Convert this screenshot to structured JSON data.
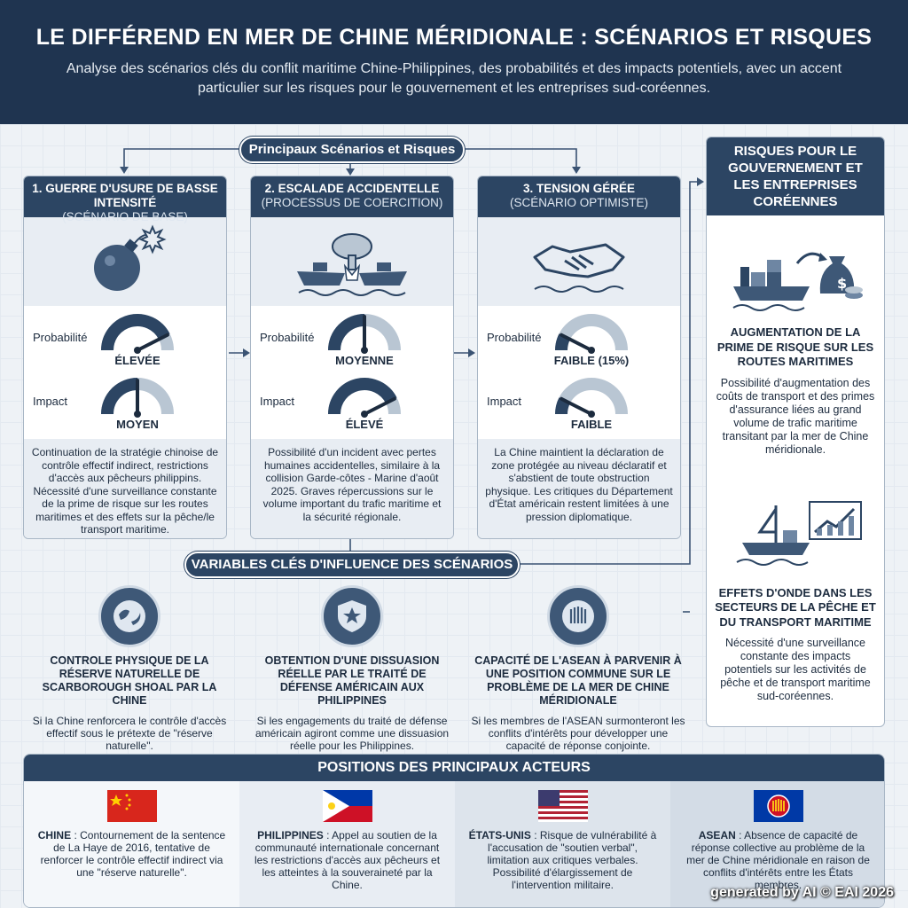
{
  "header": {
    "title": "LE DIFFÉREND EN MER DE CHINE MÉRIDIONALE : SCÉNARIOS ET RISQUES",
    "subtitle": "Analyse des scénarios clés du conflit maritime Chine-Philippines, des probabilités et des impacts potentiels, avec un accent particulier sur les risques pour le gouvernement et les entreprises sud-coréennes."
  },
  "scenarios_label": "Principaux Scénarios et Risques",
  "gauge_labels": {
    "probability": "Probabilité",
    "impact": "Impact"
  },
  "scenarios": [
    {
      "title": "1. GUERRE D'USURE DE BASSE INTENSITÉ",
      "subtitle": "(SCÉNARIO DE BASE)",
      "icon": "bomb-icon",
      "probability": "ÉLEVÉE",
      "probability_level": 0.85,
      "impact": "MOYEN",
      "impact_level": 0.5,
      "description": "Continuation de la stratégie chinoise de contrôle effectif indirect, restrictions d'accès aux pêcheurs philippins. Nécessité d'une surveillance constante de la prime de risque sur les routes maritimes et des effets sur la pêche/le transport maritime."
    },
    {
      "title": "2. ESCALADE ACCIDENTELLE",
      "subtitle": "(PROCESSUS DE COERCITION)",
      "icon": "ship-collision-icon",
      "probability": "MOYENNE",
      "probability_level": 0.5,
      "impact": "ÉLEVÉ",
      "impact_level": 0.85,
      "description": "Possibilité d'un incident avec pertes humaines accidentelles, similaire à la collision Garde-côtes - Marine d'août 2025. Graves répercussions sur le volume important du trafic maritime et la sécurité régionale."
    },
    {
      "title": "3. TENSION GÉRÉE",
      "subtitle": "(SCÉNARIO OPTIMISTE)",
      "icon": "handshake-icon",
      "probability": "FAIBLE (15%)",
      "probability_level": 0.15,
      "impact": "FAIBLE",
      "impact_level": 0.15,
      "description": "La Chine maintient la déclaration de zone protégée au niveau déclaratif et s'abstient de toute obstruction physique. Les critiques du Département d'État américain restent limitées à une pression diplomatique."
    }
  ],
  "variables_label": "VARIABLES CLÉS D'INFLUENCE DES SCÉNARIOS",
  "variables": [
    {
      "icon": "globe-icon",
      "title": "CONTROLE PHYSIQUE DE LA RÉSERVE NATURELLE DE SCARBOROUGH SHOAL PAR LA CHINE",
      "text": "Si la Chine renforcera le contrôle d'accès effectif sous le prétexte de \"réserve naturelle\"."
    },
    {
      "icon": "shield-star-icon",
      "title": "OBTENTION D'UNE DISSUASION RÉELLE PAR LE TRAITÉ DE DÉFENSE AMÉRICAIN AUX PHILIPPINES",
      "text": "Si les engagements du traité de défense américain agiront comme une dissuasion réelle pour les Philippines."
    },
    {
      "icon": "asean-icon",
      "title": "CAPACITÉ DE L'ASEAN À PARVENIR À UNE POSITION COMMUNE SUR LE PROBLÈME DE LA MER DE CHINE MÉRIDIONALE",
      "text": "Si les membres de l'ASEAN surmonteront les conflits d'intérêts pour développer une capacité de réponse conjointe."
    }
  ],
  "korea": {
    "title": "RISQUES POUR LE GOUVERNEMENT ET LES ENTREPRISES CORÉENNES",
    "items": [
      {
        "icon": "cargo-ship-money-icon",
        "title": "AUGMENTATION DE LA PRIME DE RISQUE SUR LES ROUTES MARITIMES",
        "text": "Possibilité d'augmentation des coûts de transport et des primes d'assurance liées au grand volume de trafic maritime transitant par la mer de Chine méridionale."
      },
      {
        "icon": "fishing-boat-chart-icon",
        "title": "EFFETS D'ONDE DANS LES SECTEURS DE LA PÊCHE ET DU TRANSPORT MARITIME",
        "text": "Nécessité d'une surveillance constante des impacts potentiels sur les activités de pêche et de transport maritime sud-coréennes."
      }
    ]
  },
  "actors_label": "POSITIONS DES PRINCIPAUX ACTEURS",
  "actors": [
    {
      "name": "CHINE",
      "flag": "china-flag-icon",
      "text": " : Contournement de la sentence de La Haye de 2016, tentative de renforcer le contrôle effectif indirect via une \"réserve naturelle\"."
    },
    {
      "name": "PHILIPPINES",
      "flag": "philippines-flag-icon",
      "text": " : Appel au soutien de la communauté internationale concernant les restrictions d'accès aux pêcheurs et les atteintes à la souveraineté par la Chine."
    },
    {
      "name": "ÉTATS-UNIS",
      "flag": "usa-flag-icon",
      "text": " : Risque de vulnérabilité à l'accusation de \"soutien verbal\", limitation aux critiques verbales. Possibilité d'élargissement de l'intervention militaire."
    },
    {
      "name": "ASEAN",
      "flag": "asean-flag-icon",
      "text": " : Absence de capacité de réponse collective au problème de la mer de Chine méridionale en raison de conflits d'intérêts entre les États membres."
    }
  ],
  "watermark": "generated by AI © EAI 2026",
  "colors": {
    "navy": "#1f3450",
    "panel": "#2c4563",
    "gauge_dark": "#2c4563",
    "gauge_light": "#b9c6d3"
  }
}
